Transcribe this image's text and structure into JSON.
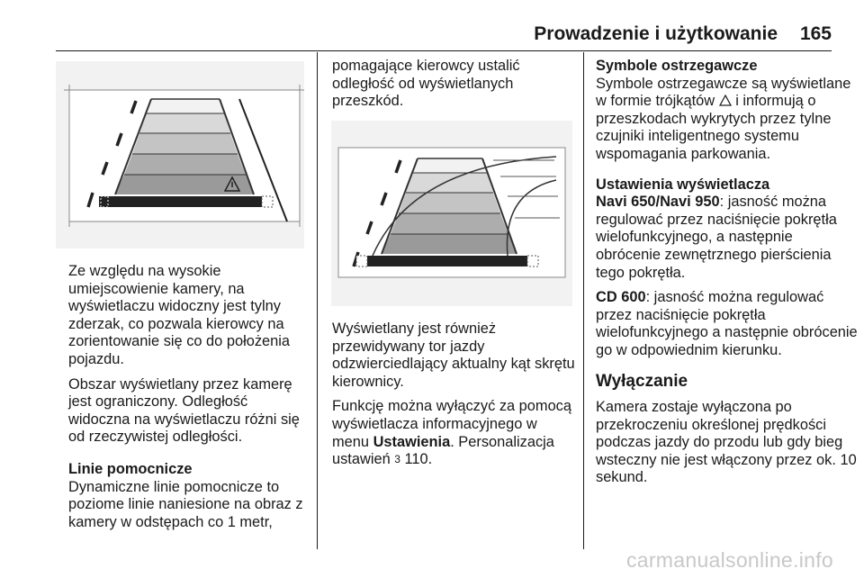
{
  "header": {
    "title": "Prowadzenie i użytkowanie",
    "page_number": "165"
  },
  "left": {
    "para1": "Ze względu na wysokie umiejscowienie kamery, na wyświetlaczu widoczny jest tylny zderzak, co pozwala kierowcy na zorientowanie się co do położenia pojazdu.",
    "para2": "Obszar wyświetlany przez kamerę jest ograniczony. Odległość widoczna na wyświetlaczu różni się od rzeczywistej odległości.",
    "heading": "Linie pomocnicze",
    "para3": "Dynamiczne linie pomocnicze to poziome linie naniesione na obraz z kamery w odstępach co 1 metr,"
  },
  "middle": {
    "para1": "pomagające kierowcy ustalić odległość od wyświetlanych przeszkód.",
    "para2": "Wyświetlany jest również przewidywany tor jazdy odzwierciedlający aktualny kąt skrętu kierownicy.",
    "para3_before": "Funkcję można wyłączyć za pomocą wyświetlacza informacyjnego w menu ",
    "para3_bold": "Ustawienia",
    "para3_after": ". Personalizacja ustawień ",
    "para3_ref": "3",
    "para3_end": " 110."
  },
  "right": {
    "heading1": "Symbole ostrzegawcze",
    "para1_before": "Symbole ostrzegawcze są wyświetlane w formie trójkątów ",
    "para1_after": "i informują o przeszkodach wykrytych przez tylne czujniki inteligentnego systemu wspomagania parkowania.",
    "heading2": "Ustawienia wyświetlacza",
    "para2_bold": "Navi 650/Navi 950",
    "para2": ": jasność można regulować przez naciśnięcie pokrętła wielofunkcyjnego, a następnie obrócenie zewnętrznego pierścienia tego pokrętła.",
    "para3_bold": "CD 600",
    "para3": ": jasność można regulować przez naciśnięcie pokrętła wielofunkcyjnego a następnie obrócenie go w odpowiednim kierunku.",
    "heading3": "Wyłączanie",
    "para4": "Kamera zostaje wyłączona po przekroczeniu określonej prędkości podczas jazdy do przodu lub gdy bieg wsteczny nie jest włączony przez ok. 10 sekund."
  },
  "watermark": "carmanualsonline.info",
  "icons": [
    "warning-triangle-icon",
    "page-reference-arrow-icon"
  ]
}
